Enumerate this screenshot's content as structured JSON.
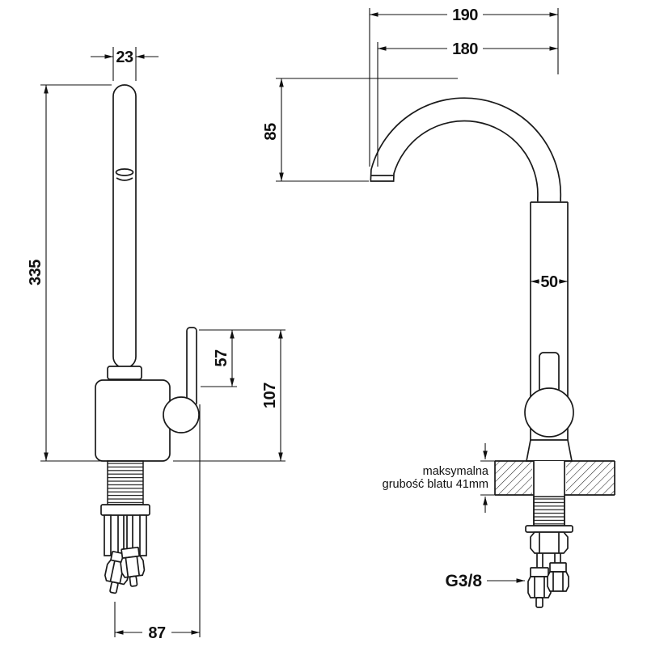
{
  "colors": {
    "line": "#1a1a1a",
    "background": "#ffffff"
  },
  "front_view": {
    "dim_spout_width": "23",
    "dim_overall_height": "335",
    "dim_handle_top_to_body": "57",
    "dim_handle_top_to_deck": "107",
    "dim_base_depth": "87"
  },
  "side_view": {
    "dim_overall_reach": "190",
    "dim_spout_reach": "180",
    "dim_spout_drop": "85",
    "dim_body_diameter": "50",
    "counter_note_line1": "maksymalna",
    "counter_note_line2": "grubość blatu 41mm",
    "thread_spec": "G3/8"
  }
}
